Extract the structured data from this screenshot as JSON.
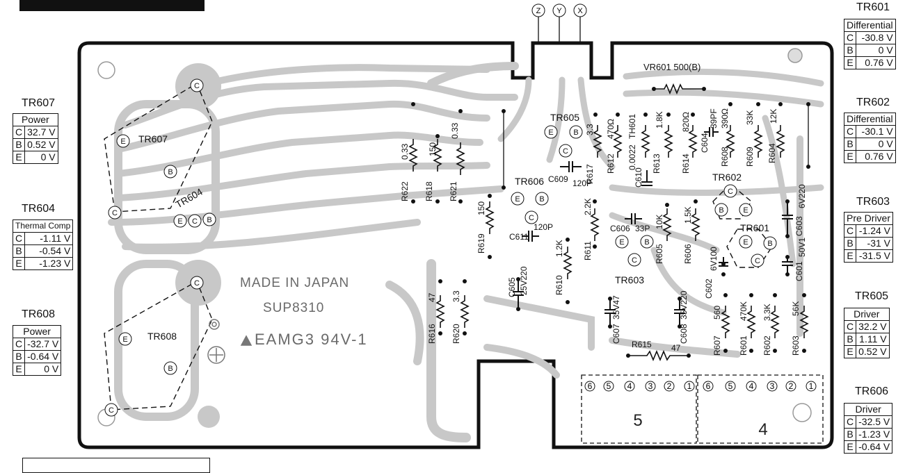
{
  "board": {
    "silkscreen": [
      "MADE IN JAPAN",
      "SUP8310",
      "EAMG3 94V-1"
    ],
    "connector_top": [
      "Z",
      "Y",
      "X"
    ],
    "connector_pins": [
      "6",
      "5",
      "4",
      "3",
      "2",
      "1"
    ],
    "connector_labels": [
      "5",
      "4"
    ],
    "components": {
      "vr601": "VR601 500(B)",
      "r622": "R622",
      "r622v": "0.33",
      "r618": "R618",
      "r618v": "150",
      "r621": "R621",
      "r621v": "0.33",
      "r619": "R619",
      "r619v": "150",
      "r617": "R617",
      "r617v": "3.3",
      "r612": "R612",
      "r612v": "470Ω",
      "th601": "TH601",
      "r613": "R613",
      "r613v": "1.8K",
      "r614": "R614",
      "r614v": "820Ω",
      "c604": "C604",
      "c604v": "39PF",
      "r608": "R608",
      "r608v": "390Ω",
      "r609": "R609",
      "r609v": "33K",
      "r604": "R604",
      "r604v": "12K",
      "c610": "C610",
      "c610v": "0.0022",
      "c609": "C609",
      "c609v": "120P",
      "c611": "C611",
      "c611v": "120P",
      "c606": "C606",
      "c606v": "33P",
      "r611": "R611",
      "r611v": "2.2K",
      "r610": "R610",
      "r610v": "1.2K",
      "r605": "R605",
      "r605v": "10K",
      "r606": "R606",
      "r606v": "1.5K",
      "c605": "C605",
      "c605v": "25V220",
      "c602": "C602",
      "c602v": "6V100",
      "c603": "C603",
      "c603v": "6V220",
      "c601": "C601",
      "c601v": "50V1",
      "c607": "C607",
      "c607v": "35V47",
      "c608": "C608",
      "c608v": "35V220",
      "r616": "R616",
      "r616v": "47",
      "r620": "R620",
      "r620v": "3.3",
      "r615": "R615",
      "r615v": "47",
      "r607": "R607",
      "r607v": "560",
      "r601": "R601",
      "r601v": "470K",
      "r602": "R602",
      "r602v": "3.3K",
      "r603": "R603",
      "r603v": "56K"
    },
    "transistors": {
      "tr607": "TR607",
      "tr608": "TR608",
      "tr604": "TR604",
      "tr605": "TR605",
      "tr606": "TR606",
      "tr603": "TR603",
      "tr602": "TR602",
      "tr601": "TR601"
    },
    "pins": {
      "e": "E",
      "b": "B",
      "c": "C"
    }
  },
  "tables": {
    "tr601": {
      "name": "TR601",
      "role": "Differential",
      "rows": [
        [
          "C",
          "-30.8 V"
        ],
        [
          "B",
          "0  V"
        ],
        [
          "E",
          "0.76 V"
        ]
      ]
    },
    "tr602": {
      "name": "TR602",
      "role": "Differential",
      "rows": [
        [
          "C",
          "-30.1 V"
        ],
        [
          "B",
          "0  V"
        ],
        [
          "E",
          "0.76 V"
        ]
      ]
    },
    "tr603": {
      "name": "TR603",
      "role": "Pre Driver",
      "rows": [
        [
          "C",
          "-1.24 V"
        ],
        [
          "B",
          "-31  V"
        ],
        [
          "E",
          "-31.5 V"
        ]
      ]
    },
    "tr605": {
      "name": "TR605",
      "role": "Driver",
      "rows": [
        [
          "C",
          "32.2 V"
        ],
        [
          "B",
          "1.11 V"
        ],
        [
          "E",
          "0.52 V"
        ]
      ]
    },
    "tr606": {
      "name": "TR606",
      "role": "Driver",
      "rows": [
        [
          "C",
          "-32.5 V"
        ],
        [
          "B",
          "-1.23 V"
        ],
        [
          "E",
          "-0.64 V"
        ]
      ]
    },
    "tr607": {
      "name": "TR607",
      "role": "Power",
      "rows": [
        [
          "C",
          "32.7 V"
        ],
        [
          "B",
          "0.52 V"
        ],
        [
          "E",
          "0  V"
        ]
      ]
    },
    "tr604": {
      "name": "TR604",
      "role": "Thermal Comp",
      "rows": [
        [
          "C",
          "-1.11 V"
        ],
        [
          "B",
          "-0.54 V"
        ],
        [
          "E",
          "-1.23 V"
        ]
      ]
    },
    "tr608": {
      "name": "TR608",
      "role": "Power",
      "rows": [
        [
          "C",
          "-32.7 V"
        ],
        [
          "B",
          "-0.64 V"
        ],
        [
          "E",
          "0  V"
        ]
      ]
    }
  }
}
